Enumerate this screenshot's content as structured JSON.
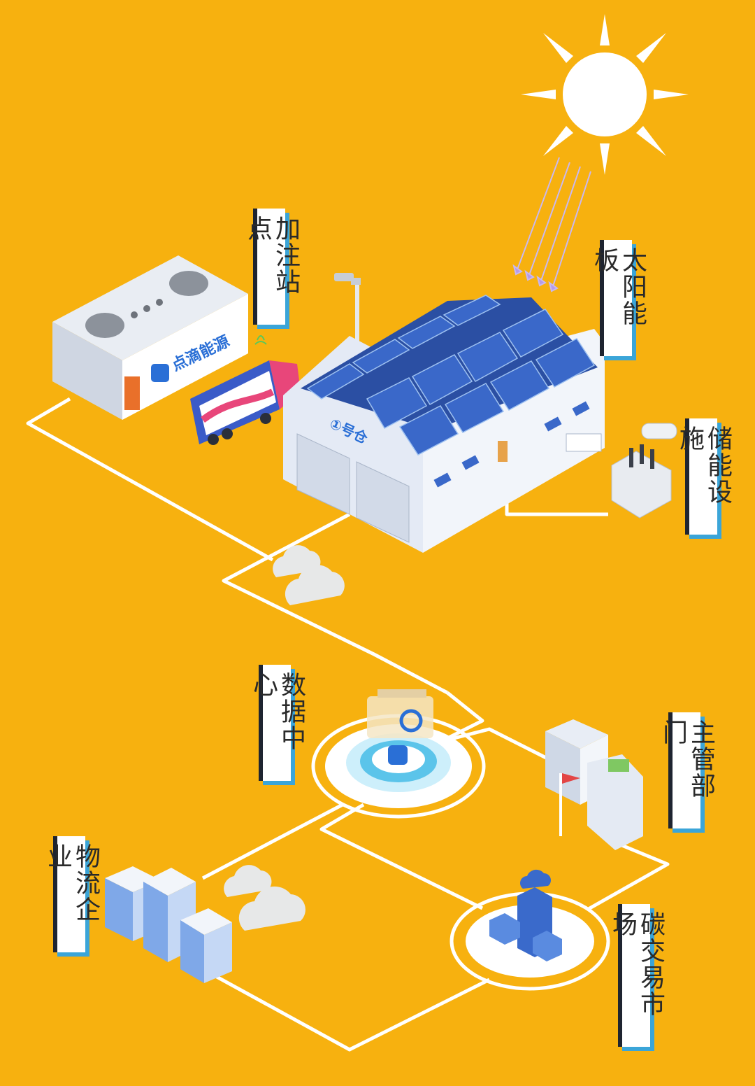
{
  "background_color": "#F7B10F",
  "colors": {
    "line": "#FFFFFF",
    "panel_blue": "#1F4FA8",
    "accent_blue": "#3BA5D8",
    "label_border": "#1E2430"
  },
  "labels": {
    "station": "加注站点",
    "solar": "太阳能板",
    "storage": "储能设施",
    "datacenter": "数据中心",
    "authority": "主管部门",
    "logistics": "物流企业",
    "carbon": "碳交易市场"
  },
  "illustrations": {
    "sun": "sun-icon",
    "station_building": "fuel-station-icon",
    "station_brand": "点滴能源",
    "truck": "truck-icon",
    "camera": "cctv-camera-icon",
    "warehouse": "warehouse-icon",
    "warehouse_sign": "①号仓",
    "transformer": "transformer-icon",
    "cloud": "cloud-icon",
    "datacenter": "datacenter-platform-icon",
    "government": "government-building-icon",
    "office": "office-buildings-icon",
    "server": "server-cloud-icon"
  }
}
